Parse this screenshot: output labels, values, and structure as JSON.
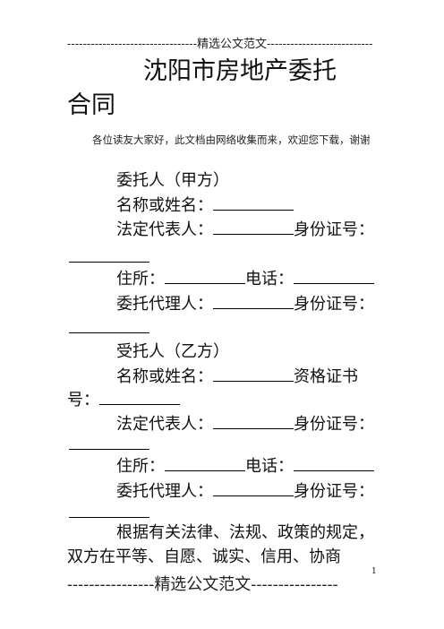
{
  "header": {
    "text": "---------------------------------精选公文范文---------------------------"
  },
  "title": {
    "line1": "沈阳市房地产委托",
    "line2": "合同"
  },
  "note": "各位读友大家好，此文档由网络收集而来，欢迎您下载，谢谢",
  "principal": {
    "heading": "委托人（甲方）",
    "name_label": "名称或姓名：",
    "rep_label": "法定代表人：",
    "id_label": "身份证号：",
    "address_label": "住所：",
    "phone_label": "电话：",
    "agent_label": "委托代理人：",
    "agent_id_label": "身份证号："
  },
  "agent_party": {
    "heading": "受托人（乙方）",
    "name_label": "名称或姓名：",
    "cert_label": "资格证书",
    "cert_label_cont": "号：",
    "rep_label": "法定代表人：",
    "id_label": "身份证号：",
    "address_label": "住所：",
    "phone_label": "电话：",
    "agent_label": "委托代理人：",
    "agent_id_label": "身份证号："
  },
  "body": {
    "line1": "根据有关法律、法规、政策的规定，",
    "line2": "双方在平等、自愿、诚实、信用、协商"
  },
  "footer": {
    "text": "----------------精选公文范文----------------"
  },
  "page_number": "1"
}
